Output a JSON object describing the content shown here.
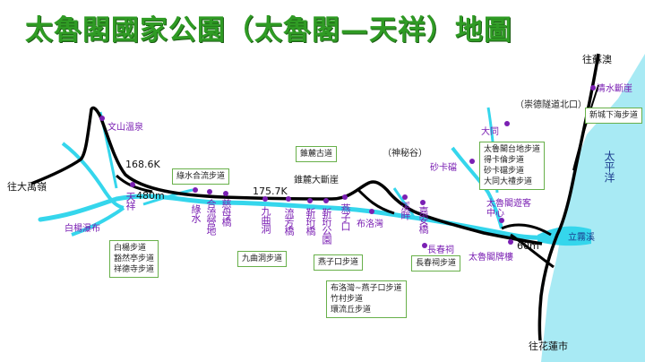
{
  "title": "太魯閣國家公園（太魯閣—天祥）地圖",
  "roads": {
    "to_dayuling": "往大禹嶺",
    "to_suao": "往蘇澳",
    "to_hualien": "往花蓮市",
    "tunnel_north": "（崇德隧道北口）"
  },
  "distances": {
    "k168": "168.6K",
    "m480": "480m",
    "k175": "175.7K",
    "m60": "60m"
  },
  "places": {
    "wenshan": "文山溫泉",
    "tianxiang": "天祥",
    "baiyang": "白楊瀑布",
    "lushui": "綠水",
    "heliu": "合流營地",
    "cimu": "慈母橋",
    "jiuqudong": "九曲洞",
    "liufang": "流芳橋",
    "jinheng": "靳珩橋",
    "jinheng_park": "靳珩公園",
    "yanzikou": "燕子口",
    "zhuilu_old": "錐麓古道",
    "zhuilu_cliff": "錐麓大斷崖",
    "buluowan": "布洛灣",
    "shenmigu": "（神秘谷）",
    "xikou": "溪畔",
    "jiaan": "嘉安橋",
    "changchun": "長春祠",
    "shakadang": "砂卡礑",
    "datong": "大同",
    "visitor_center": "太魯閣遊客中心",
    "arch": "太魯閣牌樓",
    "qingshui": "清水斷崖",
    "liwu_mouth": "立霧溪",
    "pacific": "太平洋"
  },
  "trails": {
    "baiyang": [
      "白楊步道",
      "豁然亭步道",
      "祥德寺步道"
    ],
    "lushui": "綠水合流步道",
    "jiuqudong": "九曲洞步道",
    "yanzikou": "燕子口步道",
    "buluowan": [
      "布洛灣~燕子口步道",
      "竹村步道",
      "環流丘步道"
    ],
    "changchun": "長春祠步道",
    "taroko": [
      "太魯閣台地步道",
      "得卡倫步道",
      "砂卡礑步道",
      "大同大禮步道"
    ],
    "xinchengli": "新城下海步道"
  },
  "colors": {
    "river": "#35d6ec",
    "sea": "#a8eaf4",
    "road": "#000000",
    "poi": "#7a1fb3",
    "title": "#2f9b24",
    "box_border": "#68b04a"
  }
}
